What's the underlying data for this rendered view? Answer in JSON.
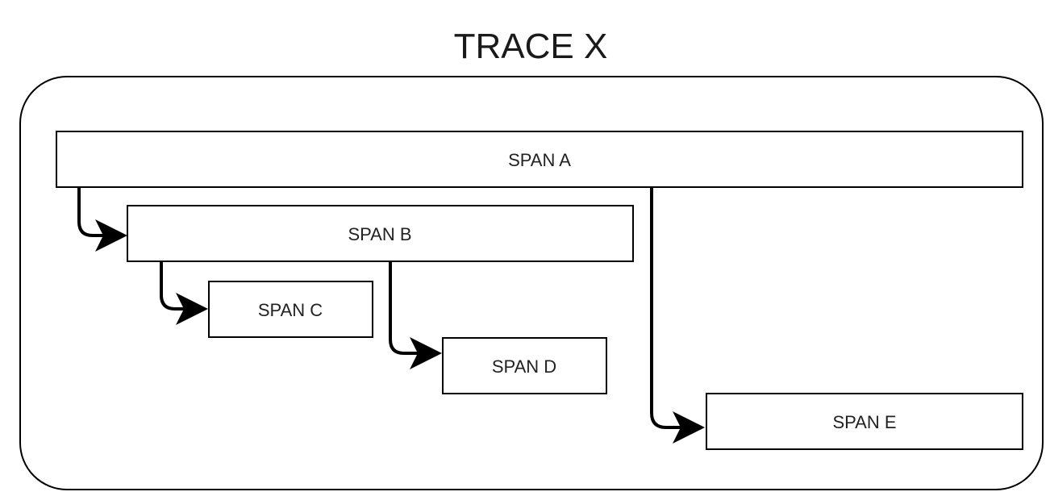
{
  "trace": {
    "title": "TRACE X"
  },
  "spans": [
    {
      "id": "a",
      "label": "SPAN A"
    },
    {
      "id": "b",
      "label": "SPAN B"
    },
    {
      "id": "c",
      "label": "SPAN C"
    },
    {
      "id": "d",
      "label": "SPAN D"
    },
    {
      "id": "e",
      "label": "SPAN E"
    }
  ],
  "edges": [
    {
      "from": "a",
      "to": "b"
    },
    {
      "from": "b",
      "to": "c"
    },
    {
      "from": "b",
      "to": "d"
    },
    {
      "from": "a",
      "to": "e"
    }
  ],
  "colors": {
    "stroke": "#000000",
    "background": "#ffffff",
    "text": "#222222"
  }
}
